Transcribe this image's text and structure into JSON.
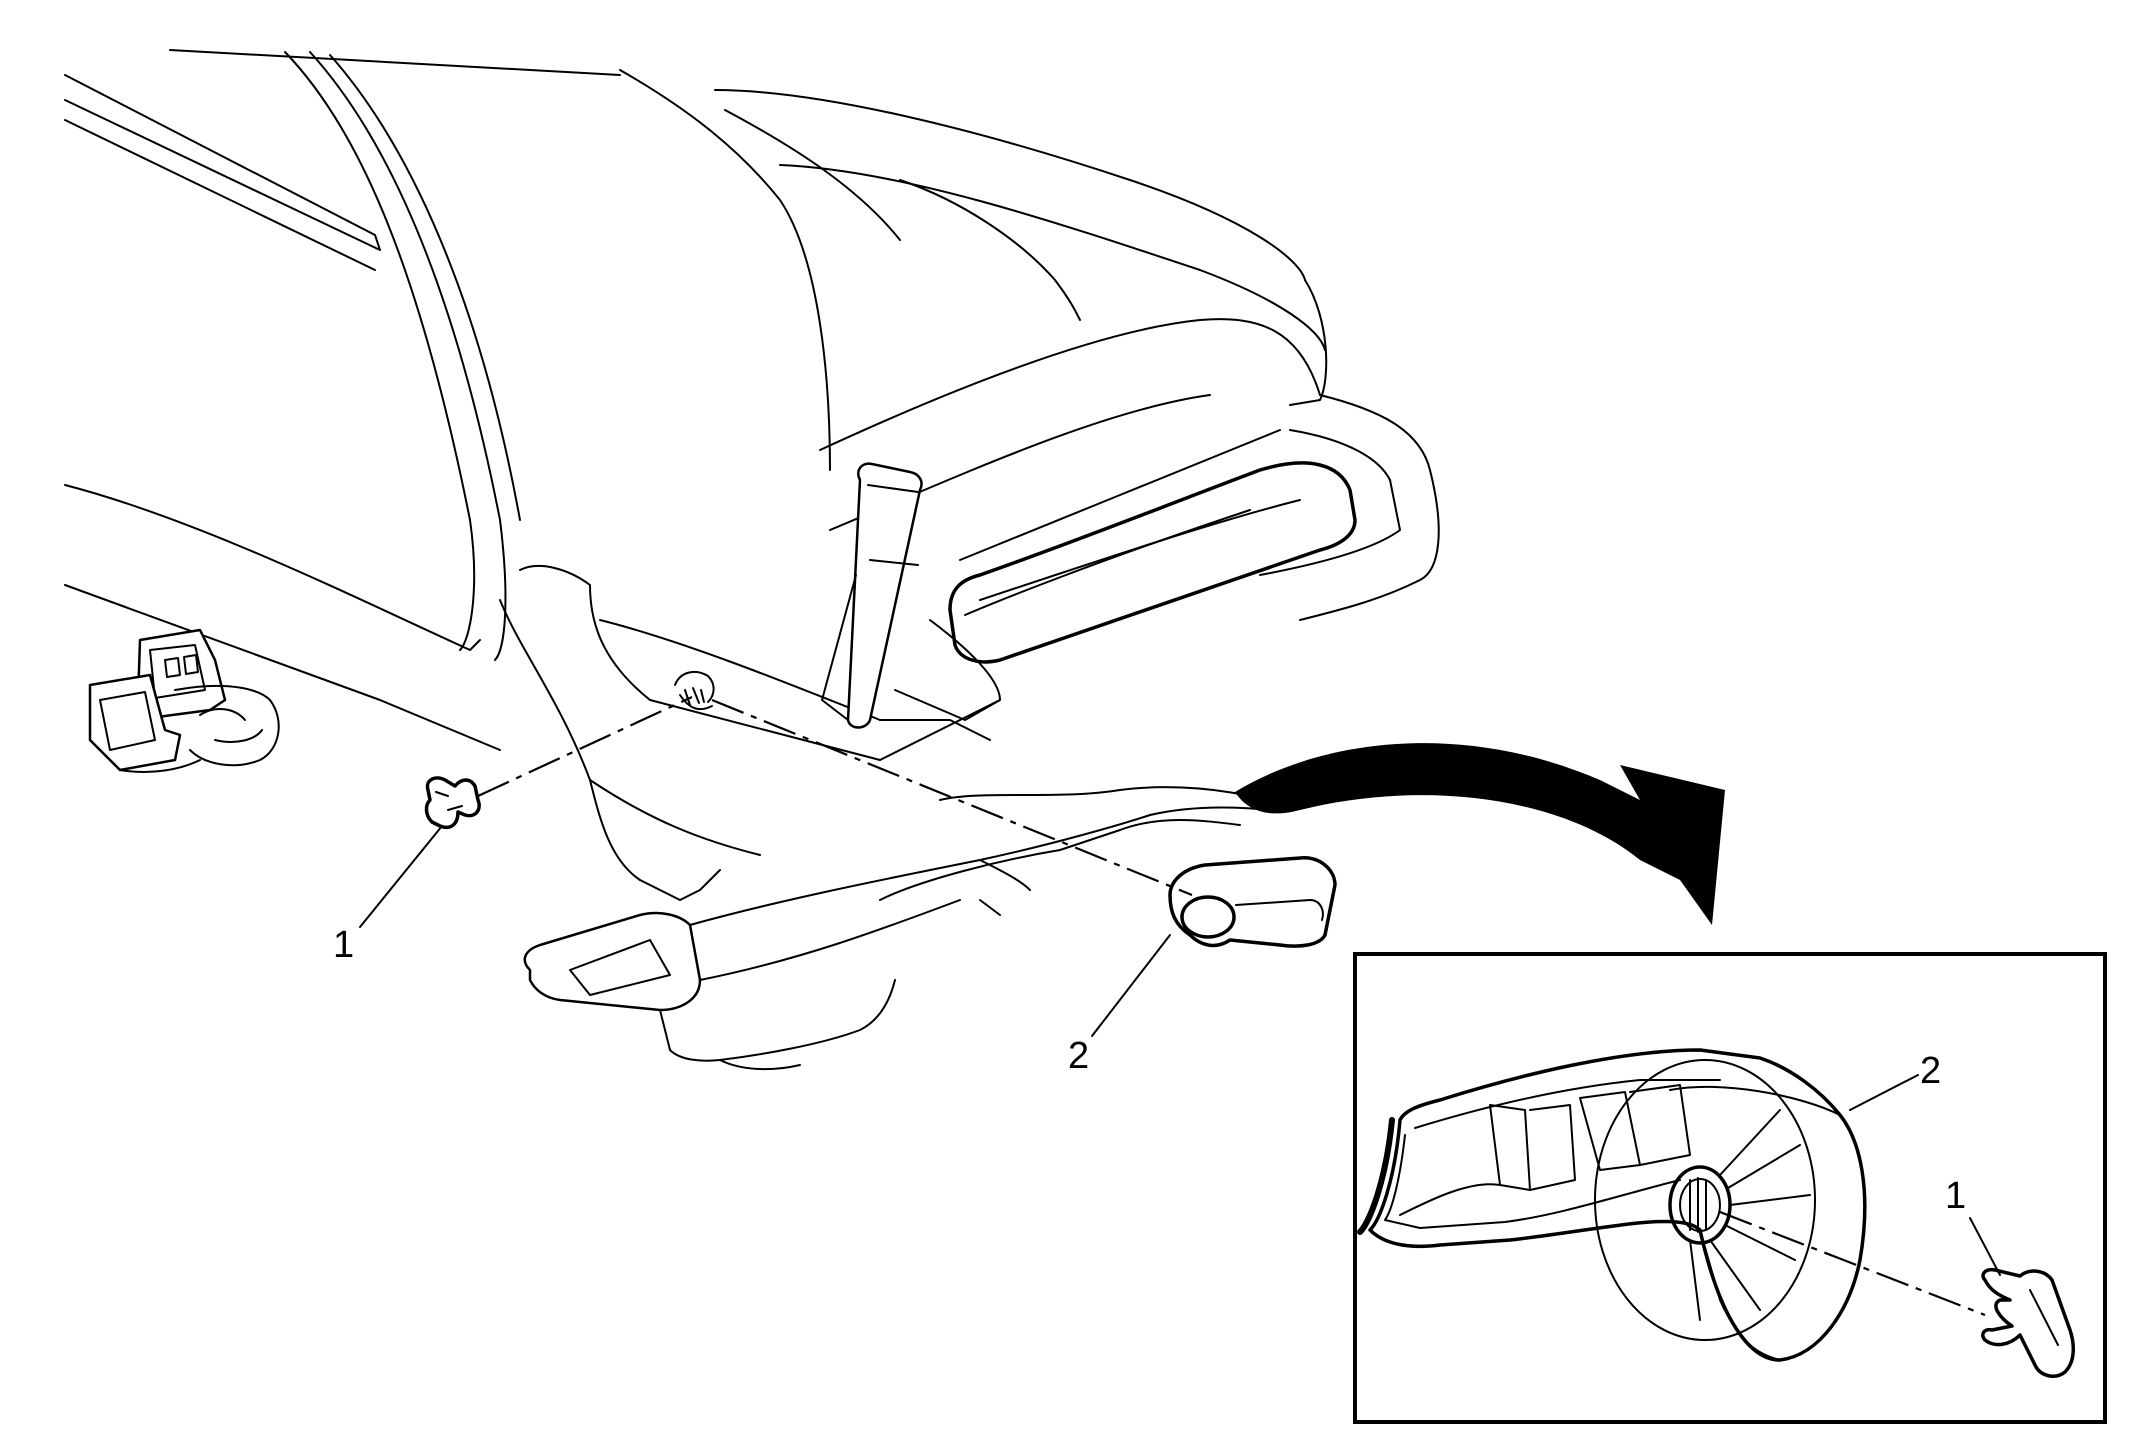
{
  "callouts": {
    "main_clip": "1",
    "main_handle": "2",
    "inset_handle": "2",
    "inset_clip": "1"
  },
  "colors": {
    "line": "#000000",
    "background": "#ffffff"
  }
}
